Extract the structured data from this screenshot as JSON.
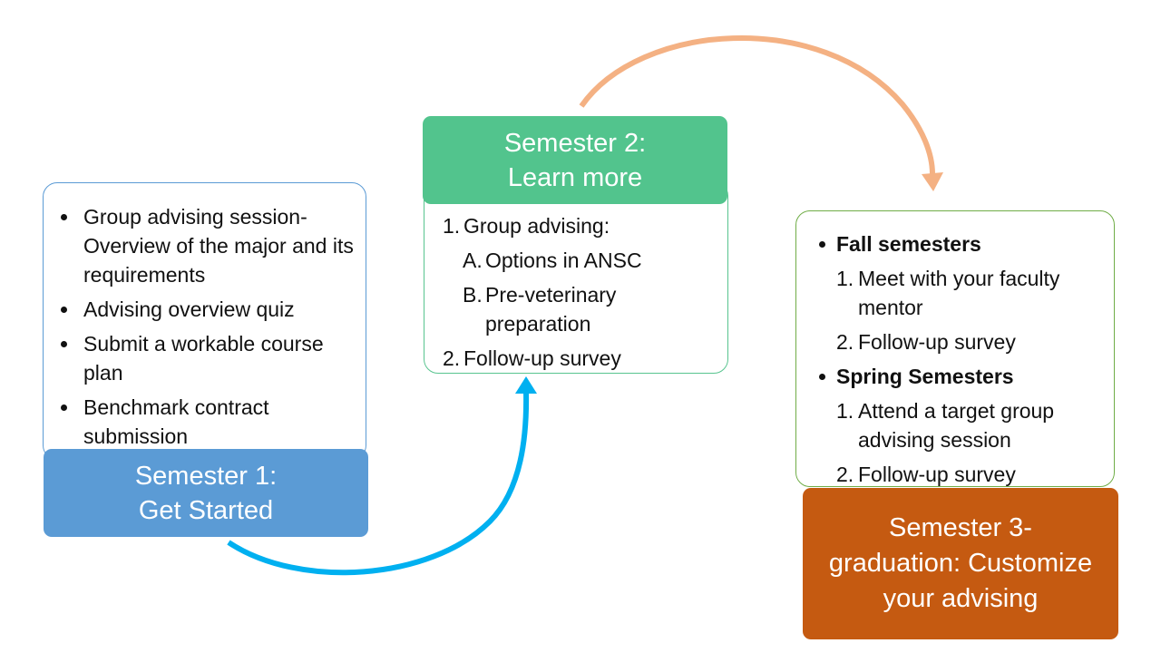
{
  "semester1": {
    "title_line1": "Semester 1:",
    "title_line2": "Get Started",
    "color": "#5b9bd5",
    "items": [
      "Group advising session- Overview of the major and its requirements",
      "Advising overview quiz",
      "Submit a workable course plan",
      "Benchmark contract submission"
    ]
  },
  "semester2": {
    "title_line1": "Semester 2:",
    "title_line2": "Learn more",
    "color": "#52c48d",
    "item1_num": "1.",
    "item1": "Group advising:",
    "sub_a_num": "A.",
    "sub_a": "Options in ANSC",
    "sub_b_num": "B.",
    "sub_b": "Pre-veterinary preparation",
    "item2_num": "2.",
    "item2": "Follow-up survey"
  },
  "semester3": {
    "title_line1": "Semester 3-",
    "title_line2": "graduation: Customize",
    "title_line3": "your advising",
    "color": "#c55a11",
    "fall_heading": "Fall semesters",
    "fall_item1_num": "1.",
    "fall_item1": "Meet with your faculty mentor",
    "fall_item2_num": "2.",
    "fall_item2": "Follow-up survey",
    "spring_heading": "Spring Semesters",
    "spring_item1_num": "1.",
    "spring_item1": "Attend a target group advising session",
    "spring_item2_num": "2.",
    "spring_item2": "Follow-up survey"
  },
  "arrows": {
    "blue_color": "#00b0f0",
    "orange_color": "#f4b183"
  }
}
